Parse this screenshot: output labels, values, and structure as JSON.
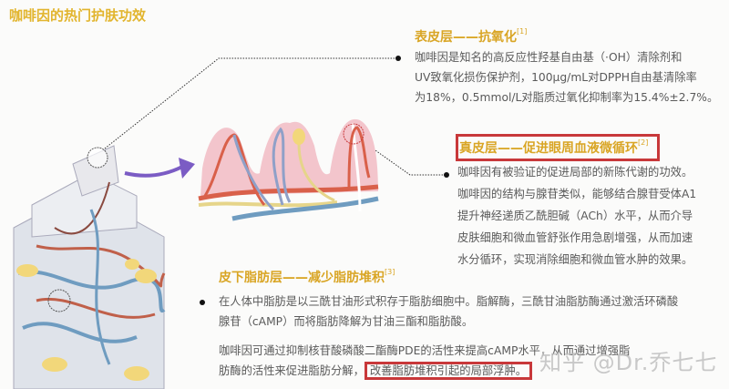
{
  "title": "咖啡因的热门护肤功效",
  "sections": [
    {
      "heading": "表皮层——抗氧化",
      "ref": "[1]",
      "lines": [
        "咖啡因是知名的高反应性羟基自由基（·OH）清除剂和",
        "UV致氧化损伤保护剂，100μg/mL对DPPH自由基清除率",
        "为18%，0.5mmol/L对脂质过氧化抑制率为15.4%±2.7%。"
      ]
    },
    {
      "heading": "真皮层——促进眼周血液微循环",
      "ref": "[2]",
      "lines": [
        "咖啡因有被验证的促进局部的新陈代谢的功效。",
        "咖啡因的结构与腺苷类似，能够结合腺苷受体A1",
        "提升神经递质乙酰胆碱（ACh）水平，从而介导",
        "皮肤细胞和微血管舒张作用急剧增强，从而加速",
        "水分循环，实现消除细胞和微血管水肿的效果。"
      ]
    },
    {
      "heading": "皮下脂肪层——减少脂肪堆积",
      "ref": "[3]",
      "lines": [
        "在人体中脂肪是以三酰甘油形式积存于脂肪细胞中。脂解酶，三酰甘油脂肪酶通过激活环磷酸",
        "腺苷（cAMP）而将脂肪降解为甘油三酯和脂肪酸。",
        "咖啡因可通过抑制核苷酸磷酸二酯酶PDE的活性来提高cAMP水平，从而通过增强脂",
        "肪酶的活性来促进脂肪分解，"
      ],
      "highlight": "改善脂肪堆积引起的局部浮肿。"
    }
  ],
  "watermark": "知乎 @Dr.乔七七",
  "colors": {
    "title": "#e2b52e",
    "heading": "#d9a524",
    "highlight_box": "#c8383a",
    "arrow": "#7b5cc4",
    "artery": "#d9604a",
    "vein": "#6f9cc0",
    "nerve": "#e6d58a",
    "fat": "#f2d77a",
    "dermis": "#f3c5cc"
  }
}
